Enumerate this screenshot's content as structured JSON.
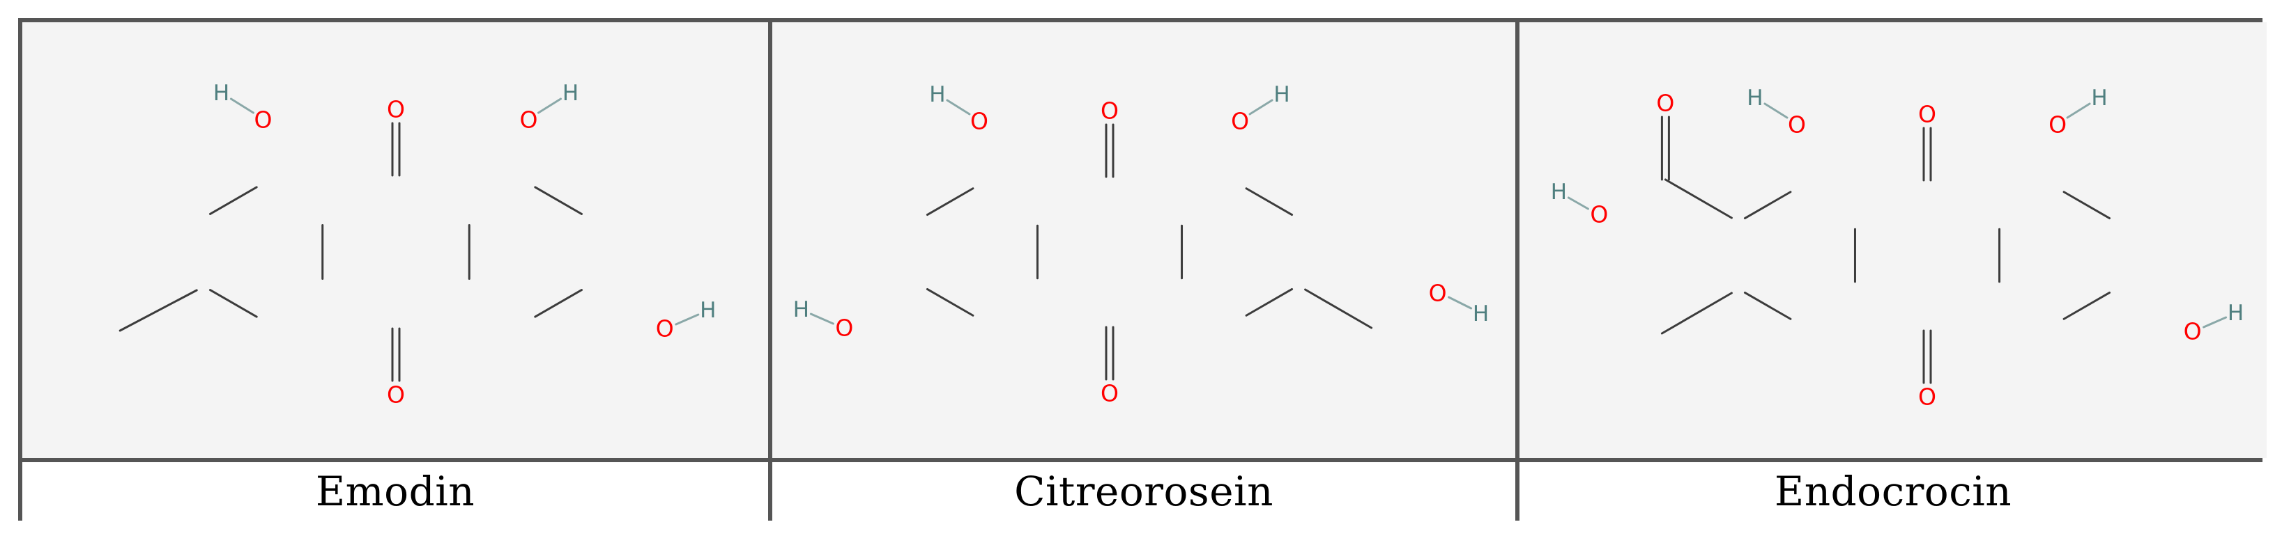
{
  "compounds": [
    {
      "name": "Emodin",
      "atoms": {
        "O": "O",
        "H": "H"
      }
    },
    {
      "name": "Citreorosein",
      "atoms": {
        "O": "O",
        "H": "H"
      }
    },
    {
      "name": "Endocrocin",
      "atoms": {
        "O": "O",
        "H": "H"
      }
    }
  ],
  "colors": {
    "oxygen": "#ff0000",
    "hydrogen": "#4f7f7f",
    "bond": "#3c3c3c",
    "panel_bg": "#f4f4f4",
    "border": "#555555"
  }
}
